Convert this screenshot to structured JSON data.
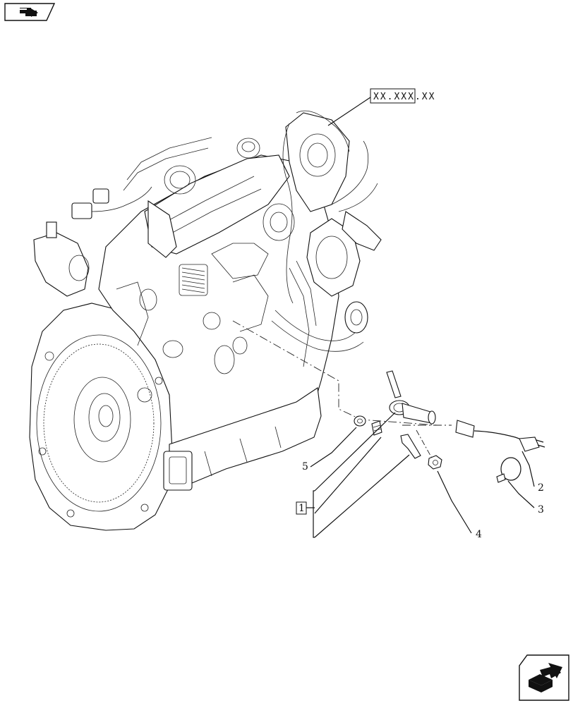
{
  "reference_code": "XX.XXX.XX",
  "group_label": "1",
  "callouts": {
    "part_2": "2",
    "part_3": "3",
    "part_4": "4",
    "part_5": "5"
  },
  "icons": {
    "prev": "back-arrow-icon",
    "next": "forward-arrow-icon"
  }
}
